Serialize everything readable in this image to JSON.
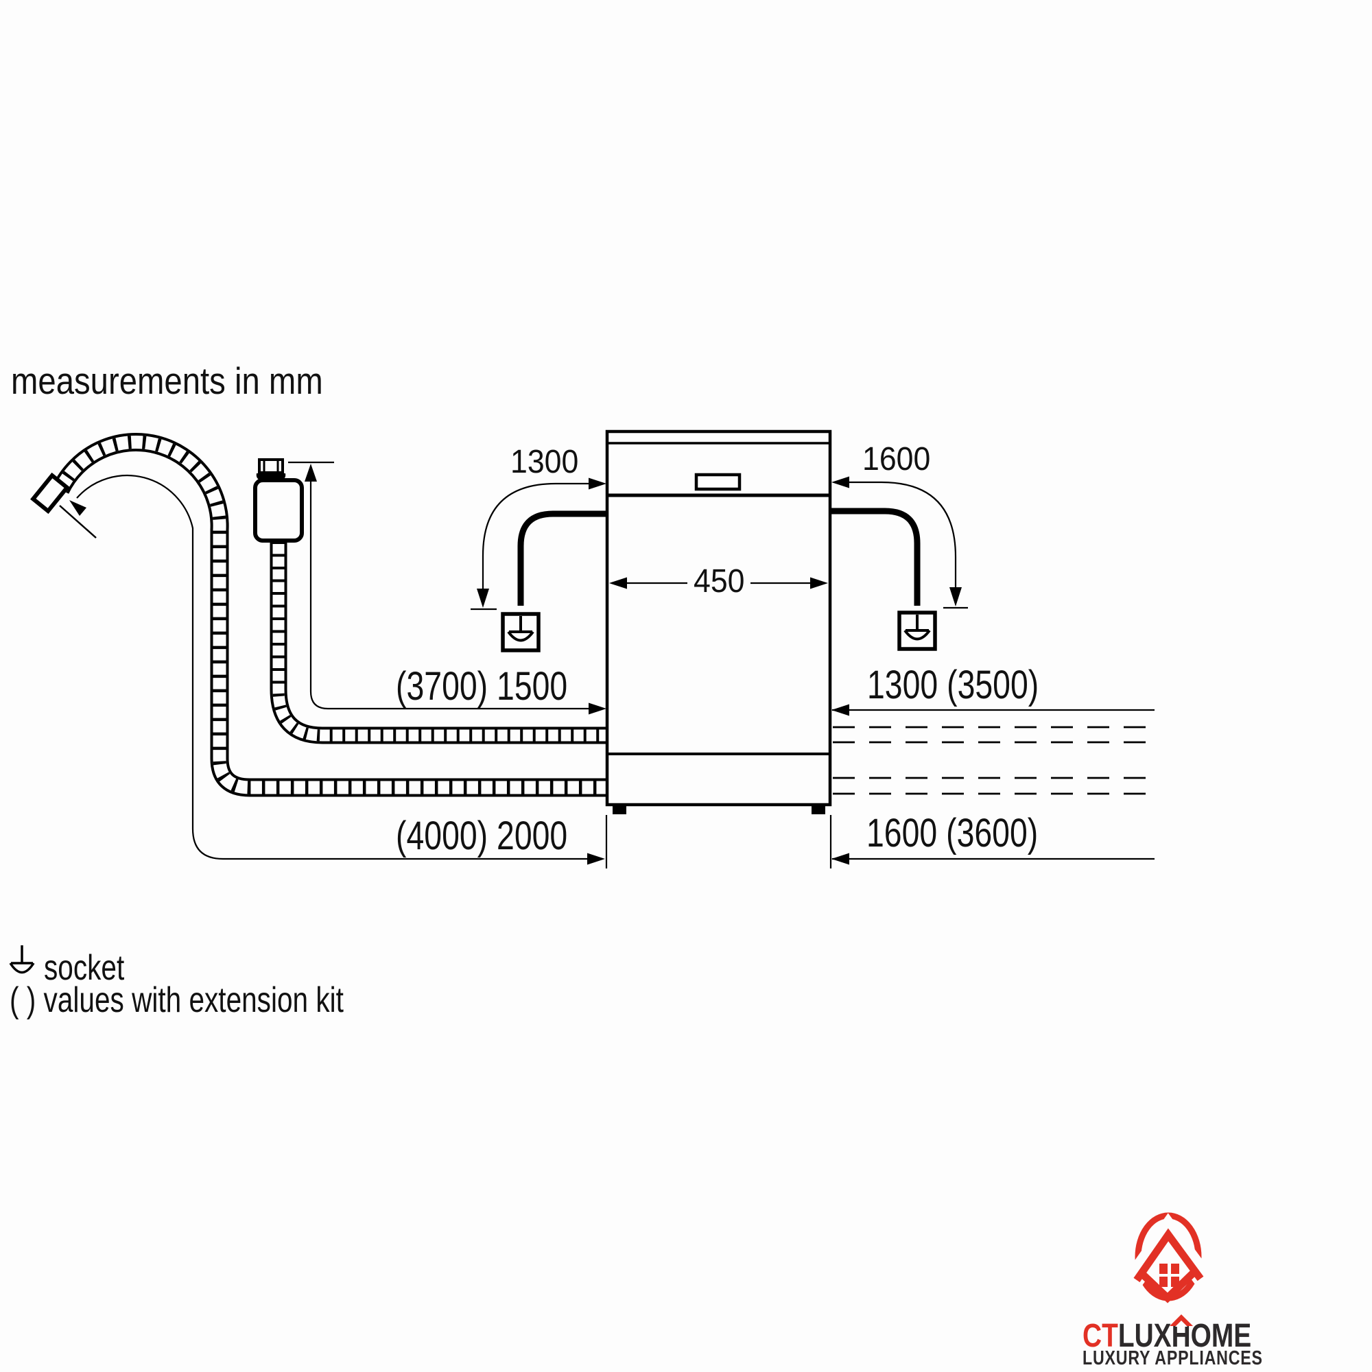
{
  "title": "measurements in mm",
  "dimensions": {
    "top_left_height": "1300",
    "top_right_height": "1600",
    "appliance_width": "450",
    "mid_left_length": "(3700) 1500",
    "mid_right_length": "1300 (3500)",
    "bottom_left_length": "(4000) 2000",
    "bottom_right_length": "1600 (3600)"
  },
  "legend": {
    "socket_label": "socket",
    "extension_label": "( ) values with extension kit"
  },
  "logo": {
    "brand_red": "CT",
    "brand_dark": "LUXHOME",
    "tagline": "LUXURY APPLIANCES"
  },
  "colors": {
    "line": "#000000",
    "text": "#111111",
    "background": "#fdfdfd",
    "logo_red": "#e23125",
    "logo_dark": "#2d2a2b"
  }
}
